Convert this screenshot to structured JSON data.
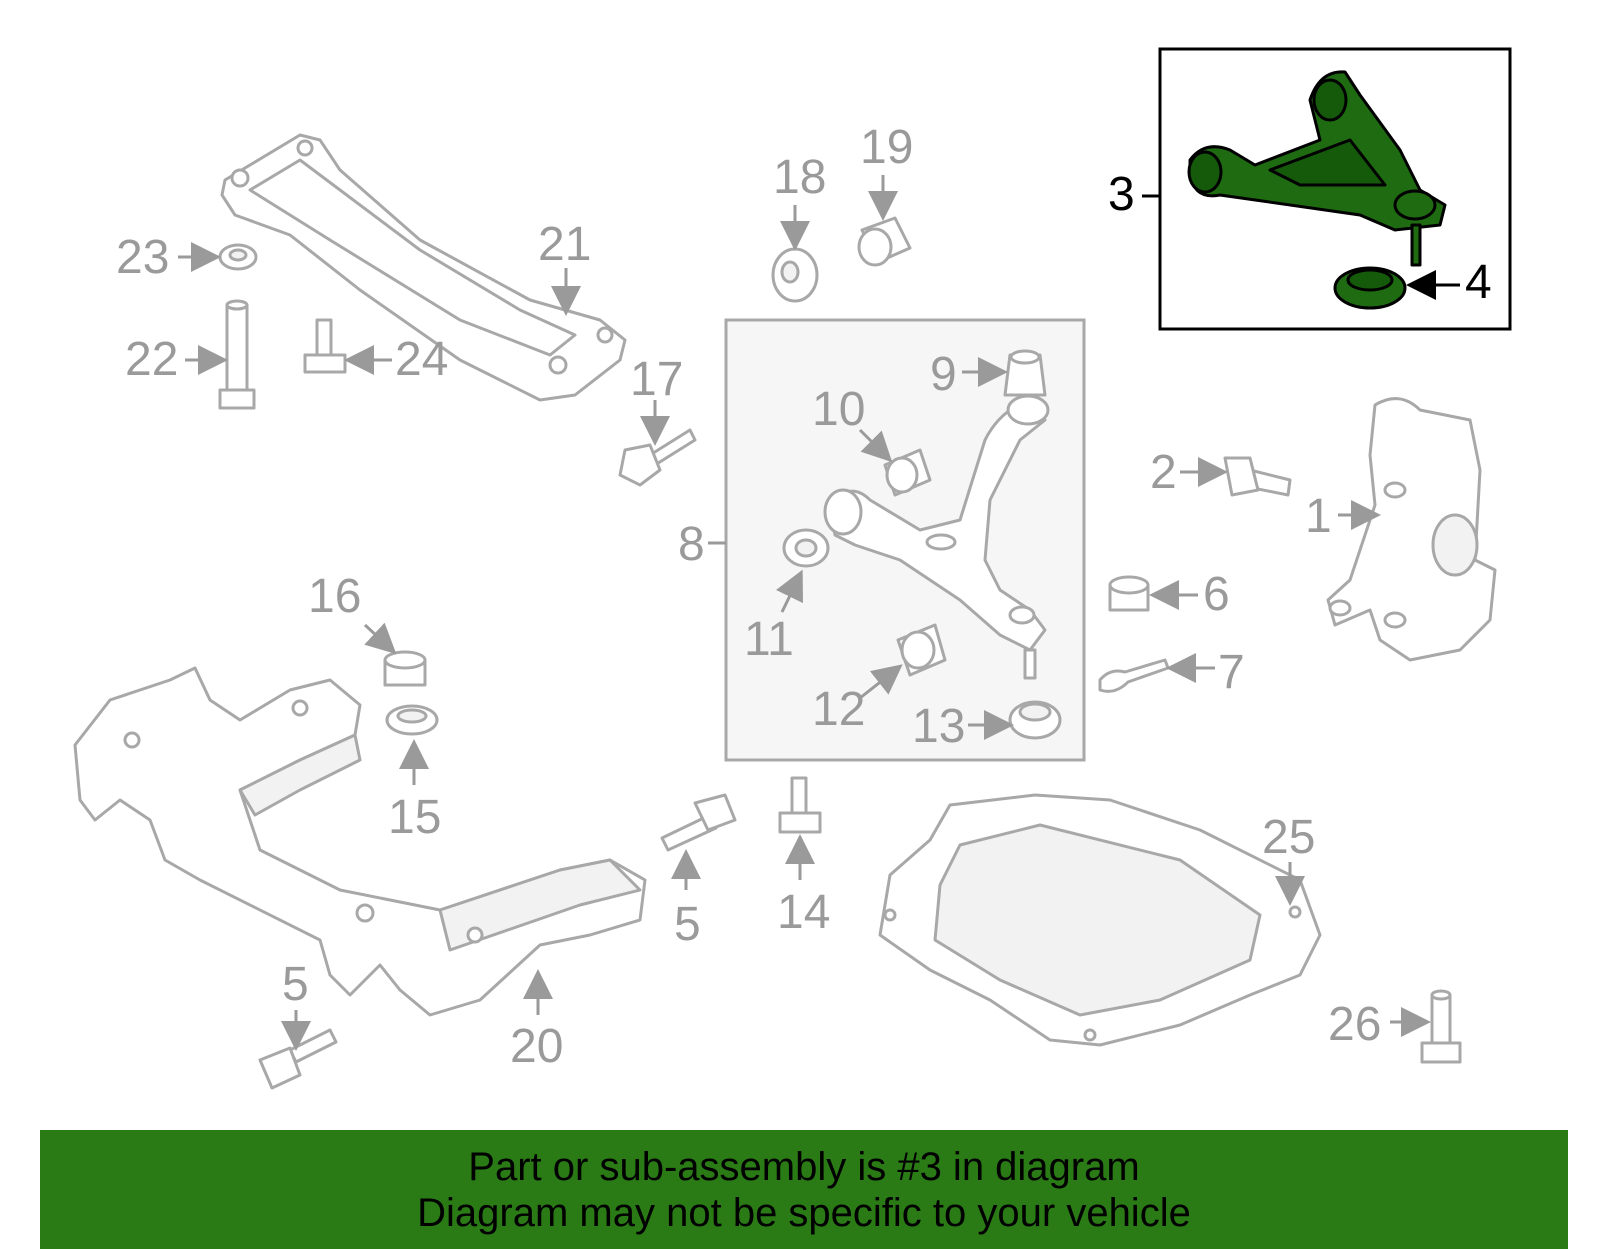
{
  "callouts": {
    "n1": "1",
    "n2": "2",
    "n3": "3",
    "n4": "4",
    "n5a": "5",
    "n5b": "5",
    "n6": "6",
    "n7": "7",
    "n8": "8",
    "n9": "9",
    "n10": "10",
    "n11": "11",
    "n12": "12",
    "n13": "13",
    "n14": "14",
    "n15": "15",
    "n16": "16",
    "n17": "17",
    "n18": "18",
    "n19": "19",
    "n20": "20",
    "n21": "21",
    "n22": "22",
    "n23": "23",
    "n24": "24",
    "n25": "25",
    "n26": "26"
  },
  "highlight": {
    "part_number": "3",
    "color": "#1f6b12"
  },
  "banner": {
    "line1": "Part or sub-assembly is #3 in diagram",
    "line2": "Diagram may not be specific to your vehicle",
    "color": "#2a7a16"
  }
}
